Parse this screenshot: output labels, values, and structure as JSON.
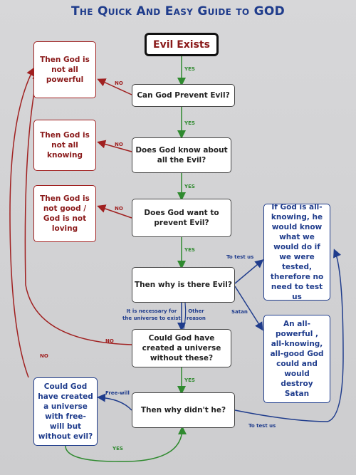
{
  "title": "The Quick And Easy Guide to GOD",
  "nodes": {
    "evil_exists": "Evil Exists",
    "can_prevent": "Can God Prevent Evil?",
    "know_about": "Does God know about all the Evil?",
    "want_prevent": "Does God want to prevent Evil?",
    "why_evil": "Then why is there Evil?",
    "could_create": "Could God have created a universe without these?",
    "why_didnt": "Then why didn't he?",
    "not_powerful": "Then God is not all powerful",
    "not_knowing": "Then God is not all knowing",
    "not_good": "Then God is not good / God is not loving",
    "no_need_test": "If God is all-knowing, he would know what we would do if we were tested, therefore no need to test us",
    "destroy_satan": "An all-powerful , all-knowing, all-good God could and would destroy Satan",
    "free_will": "Could God have created a universe with free-will but without evil?"
  },
  "labels": {
    "yes": "YES",
    "no": "NO",
    "to_test_us": "To test us",
    "satan": "Satan",
    "necessary_line1": "It is necessary for",
    "necessary_line2": "the universe to exist",
    "other_line1": "Other",
    "other_line2": "reason",
    "free_will": "Free-will"
  },
  "colors": {
    "green": "#2f8a2f",
    "red": "#a02020",
    "blue": "#1f3c8c",
    "title": "#1f3c8c"
  }
}
